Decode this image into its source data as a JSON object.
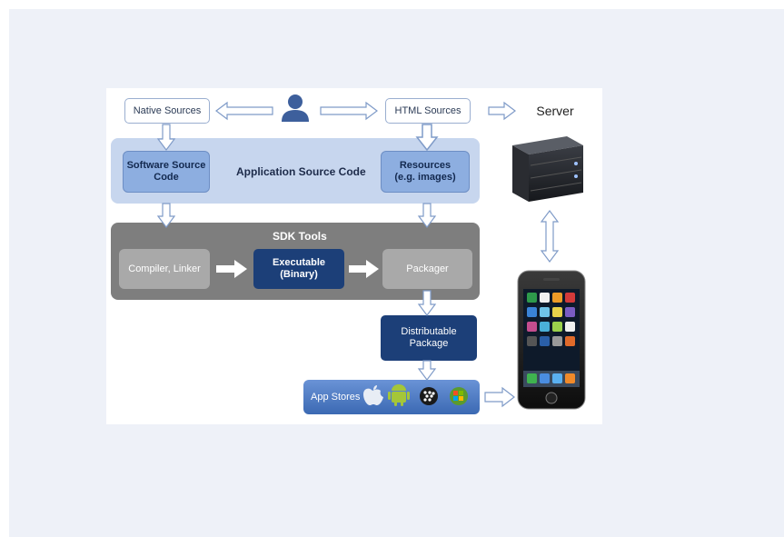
{
  "diagram": {
    "native_sources": "Native Sources",
    "html_sources": "HTML Sources",
    "server": "Server",
    "application_source_code": "Application Source Code",
    "software_source_code_line1": "Software Source",
    "software_source_code_line2": "Code",
    "resources_line1": "Resources",
    "resources_line2": "(e.g. images)",
    "sdk_tools": "SDK Tools",
    "compiler_linker": "Compiler, Linker",
    "executable_line1": "Executable",
    "executable_line2": "(Binary)",
    "packager": "Packager",
    "distributable_line1": "Distributable",
    "distributable_line2": "Package",
    "app_stores": "App Stores"
  },
  "icons": [
    "user-icon",
    "server-icon",
    "smartphone-icon",
    "apple-icon",
    "android-icon",
    "blackberry-icon",
    "windows-icon"
  ],
  "colors": {
    "light_band": "#c7d6ee",
    "mid_box": "#8daee0",
    "sdk_band": "#7e7e7e",
    "gray_box": "#a9a9a9",
    "navy": "#1c3f78",
    "appstore_band": "#4a78c0"
  }
}
